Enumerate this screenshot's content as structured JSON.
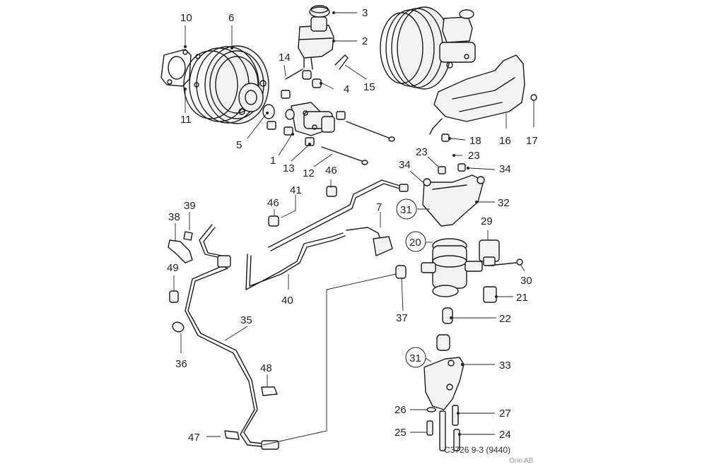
{
  "diagram": {
    "labels": [
      "10",
      "6",
      "3",
      "2",
      "14",
      "15",
      "4",
      "5",
      "1",
      "13",
      "12",
      "11",
      "46",
      "41",
      "7",
      "39",
      "38",
      "49",
      "35",
      "36",
      "48",
      "47",
      "40",
      "23",
      "23",
      "34",
      "34",
      "18",
      "16",
      "17",
      "32",
      "29",
      "30",
      "21",
      "22",
      "37",
      "33",
      "26",
      "27",
      "25",
      "24"
    ],
    "callouts": [
      "31",
      "20",
      "31"
    ],
    "caption": "C3726 9-3 (9440)",
    "brand": "Orio AB"
  }
}
